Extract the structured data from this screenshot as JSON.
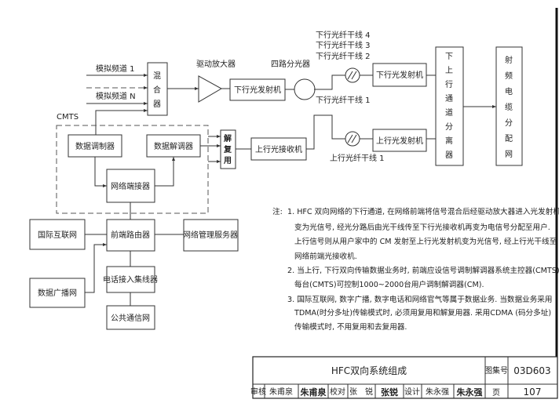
{
  "diagram": {
    "inputs": {
      "ch1": "模拟频道 1",
      "chN": "模拟频道 N",
      "cmts": "CMTS"
    },
    "mixer": "混合器",
    "amp_label": "驱动放大器",
    "splitter_label": "四路分光器",
    "down_tx": "下行光发射机",
    "fibers_down": [
      "下行光纤干线 4",
      "下行光纤干线 3",
      "下行光纤干线 2",
      "下行光纤干线 1"
    ],
    "remote_down_tx": "下行光发射机",
    "remote_up_tx": "上行光发射机",
    "fiber_up": "上行光纤干线 1",
    "channel_separator": "下上行通道分离器",
    "rf_network": "射频电缆分配网",
    "modulator": "数据调制器",
    "demodulator": "数据解调器",
    "terminator": "网络端接器",
    "demux": "解复用",
    "up_rx": "上行光接收机",
    "internet": "国际互联网",
    "router": "前端路由器",
    "nms": "网络管理服务器",
    "phone_hub": "电话接入集线器",
    "broadcast": "数据广播网",
    "pstn": "公共通信网"
  },
  "notes": {
    "prefix": "注:",
    "lines": [
      "1. HFC 双向网络的下行通道, 在网络前端将信号混合后经驱动放大器进入光发射机,",
      "变为光信号, 经光分路后由光干线传至下行光接收机再变为电信号分配至用户.",
      "上行信号则从用户家中的 CM 发射至上行光发射机变为光信号, 经上行光干线至",
      "网络前端光接收机.",
      "2. 当上行, 下行双向传输数据业务时, 前端应设信号调制解调器系统主控器(CMTS).",
      "每台(CMTS)可控制1000~2000台用户调制解调器(CM).",
      "3. 国际互联网, 数字广播, 数字电话和网络官气等属于数据业务. 当数据业务采用",
      "TDMA(时分多址)传输模式时, 必须用复用和解复用器. 采用CDMA (码分多址)",
      "传输模式时, 不用复用和去复用器."
    ]
  },
  "title_block": {
    "title": "HFC双向系统组成",
    "atlas_label": "图集号",
    "atlas_no": "03D603",
    "review_label": "审核",
    "reviewer": "朱甫泉",
    "reviewer_sig": "朱甫泉",
    "check_label": "校对",
    "checker": "张　锐",
    "checker_sig": "张锐",
    "design_label": "设计",
    "designer": "朱永强",
    "designer_sig": "朱永强",
    "page_label": "页",
    "page_no": "107"
  }
}
